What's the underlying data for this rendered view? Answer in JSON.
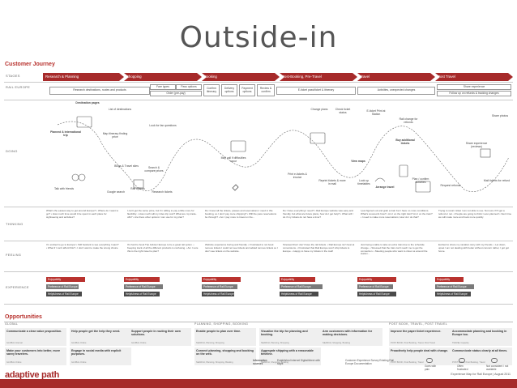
{
  "title": "Outside-in",
  "sections": {
    "journey": "Customer Journey",
    "opportunities": "Opportunities"
  },
  "row_labels": {
    "stages": "STAGES",
    "rail": "RAIL EUROPE",
    "doing": "DOING",
    "thinking": "THINKING",
    "feeling": "FEELING",
    "experience": "EXPERIENCE"
  },
  "stages": [
    "Research & Planning",
    "Shopping",
    "Booking",
    "Post-Booking, Pre-Travel",
    "Travel",
    "Post Travel"
  ],
  "rail": [
    "Research destinations, routes and products",
    "Fare types",
    "Pass options",
    "Order (pre-pay)",
    "Confirm itinerary",
    "Delivery options",
    "Payment options",
    "Review & confirm",
    "E-ticket pass/ticket & itinerary",
    "Activities, unexpected changes",
    "Share experience",
    "Follow up on refunds & tracking changes"
  ],
  "doing": [
    "Destination pages",
    "Planned & international trip",
    "Map itinerary finding price",
    "List of destinations",
    "Look for fan questions",
    "Blogs & Travel sites",
    "Google search",
    "Talk with friends",
    "Rail options",
    "Search & compare prices",
    "Research tickets",
    "May call if difficulties occur",
    "Print e-tickets & invoice",
    "Reprint tickets & more in mail",
    "Change plans",
    "Check ticket status",
    "E-ticket Print at Station",
    "Rail change for refunds",
    "Buy additional tickets",
    "Look up timetables",
    "Arrange travel",
    "View maps",
    "Plan / confirm activities",
    "Request refunds",
    "Share experience (reviews)",
    "Share photos",
    "Mail tickets for refund"
  ],
  "thinking": [
    "What's the easiest way to get around Europe? • Where do I want to go? • How much time would it be spent in each place for sightseeing and activities?",
    "I can't get the same price, but I'm willing to pay a little more for flexibility. • How much will my rides trip cost? What are my trade-offs? • Are there other options I can use for my plan?",
    "Do I know all the tickets, passes and reservations I need in this booking, so I don't pay more shipping? • Will the pass reservations be through? • Am I pay more to travel on the...",
    "Do I have everything I need? • Rail Europe website was easy and friendly, but what are future plans, how do I get help? • What will I do if my tickets do not have a time?",
    "I just figured out and grab a train but I have no more conditions. What's covered & how? • Am I on the right train? Am I on the train? • I need to make more reservations; How do I do that?",
    "Trying to return ticket I am not able to use. Not sure if I'll get a refund or not. • People are going to think I over-planned! • Next time we will make more and book more quickly"
  ],
  "feeling": [
    "I'm excited to go to Europe! • Still hesitant to see everything I want? • What if I can't afford this? • I don't want to make the wrong choice",
    "It's hard to book Trip Advisor Europe to be a great rail option. • Keeping track of all the different products is confusing. • Am I sure this is the right travel to plan?",
    "Website experience boring and friendly. • Frustrated to not book remove tickets I could not see tickets and added remove tickets so I don't see tickets on the website.",
    "Stressed that I don't have the rail tickets. • Rail Europe isn't best at conversions. • Frustrated that Rail Europe won't ship tickets to Europe. • Happy to have my tickets in the mail!",
    "Just being unable to take an extra train due to the schedule change. • Stressed that the train can't reach me to get the connection. • Meeting people who want to show us around the station...",
    "Excited to share my vacation story with my friends. • Let down, upset I am not dealing with better without concern rather, I got got home."
  ],
  "experience_legend": [
    "Enjoyability",
    "Preference of Rail Europe",
    "Helpfulness of Rail Europe"
  ],
  "experience_values": [
    [
      0.55,
      0.45,
      0.5
    ],
    [
      0.5,
      0.55,
      0.5
    ],
    [
      0.55,
      0.5,
      0.45
    ],
    [
      0.5,
      0.6,
      0.55
    ],
    [
      0.55,
      0.5,
      0.55
    ],
    [
      0.4,
      0.55,
      0.5
    ]
  ],
  "opp_heads": [
    "GLOBAL",
    "PLANNING, SHOPPING, BOOKING",
    "POST BOOK, TRAVEL, POST TRAVEL"
  ],
  "opportunities": [
    {
      "t": "Communicate a clear value proposition.",
      "s": "GLOBAL Internal"
    },
    {
      "t": "Help people get the help they need.",
      "s": "GLOBAL Online"
    },
    {
      "t": "Support people in routing their own solutions.",
      "s": "GLOBAL Online"
    },
    {
      "t": "Enable people to plan over time.",
      "s": "SEARCH, Planning, Shopping"
    },
    {
      "t": "Visualize the trip for planning and booking.",
      "s": "SEARCH, Planning, Shopping"
    },
    {
      "t": "Arm customers with information for making decisions.",
      "s": "SEARCH, Shopping, Booking"
    },
    {
      "t": "Improve the paper ticket experience.",
      "s": "POST BOOK, Post Booking, Travel, Post Travel"
    },
    {
      "t": "Accommodate planning and booking in Europe too.",
      "s": "TRAVEL Capacity"
    },
    {
      "t": "Make your customers into better, more savvy travelers.",
      "s": "GLOBAL Online"
    },
    {
      "t": "Engage in social media with explicit purposes.",
      "s": "GLOBAL Online"
    },
    {
      "t": "Connect planning, shopping and booking on the web.",
      "s": "SEARCH, Planning, Shopping, Booking"
    },
    {
      "t": "Aggregate shipping with a reasonable timeline.",
      "s": "SEARCH, Shopping, Booking"
    },
    {
      "t": "Proactively help people deal with change.",
      "s": "POST BOOK, Post Booking, Travel"
    },
    {
      "t": "Communicate status clearly at all times.",
      "s": "POST BOOK, Post Booking, Travel"
    }
  ],
  "legend": {
    "info": "Information sources",
    "desc": "Established internet Digital/direct with slight",
    "desc2": "Customer Experience Survey Existing Rail Europe Documentation",
    "k1": "Goes with pain",
    "k2": "Often frustrated",
    "k3": "Not consistent / not available"
  },
  "logo": "adaptive path",
  "footer": "Experience Map for Rail Europe  |  August 2011",
  "colors": {
    "accent": "#a62a2a",
    "exp1": "#b8322e",
    "exp2": "#7a7a7a",
    "exp3": "#4a4a4a"
  }
}
